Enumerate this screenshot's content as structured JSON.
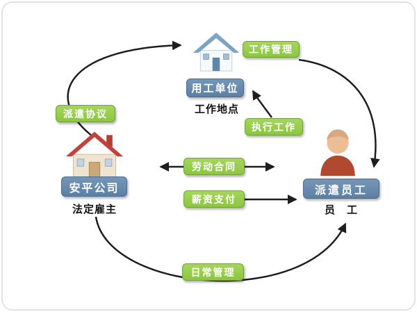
{
  "diagram": {
    "top": {
      "work_management": "工作管理",
      "employing_unit": "用工单位",
      "work_location": "工作地点",
      "execute_work": "执行工作"
    },
    "left": {
      "dispatch_agreement": "派遣协议",
      "company": "安平公司",
      "legal_employer": "法定雇主"
    },
    "center": {
      "labor_contract": "劳动合同",
      "salary_payment": "薪资支付",
      "daily_management": "日常管理"
    },
    "right": {
      "dispatch_employee": "派遣员工",
      "employee": "员　工"
    },
    "icons": {
      "top_building": "blue-house-icon",
      "left_building": "red-house-icon",
      "right_person": "person-icon"
    },
    "colors": {
      "green_pill": "#8CC63F",
      "green_pill_light": "#A6D55F",
      "green_pill_dark": "#6FA335",
      "blue_pill": "#5C80A4",
      "blue_pill_light": "#7596B6",
      "blue_pill_dark": "#4A6C90",
      "arrow": "#1E1E1E",
      "text": "#111111"
    }
  }
}
